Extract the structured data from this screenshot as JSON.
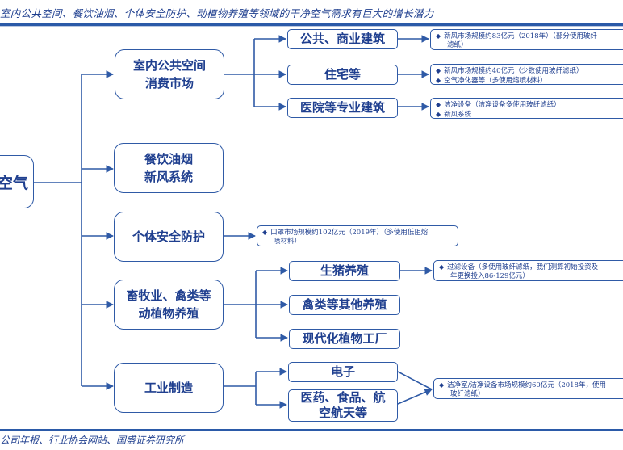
{
  "header": {
    "title": "室内公共空间、餐饮油烟、个体安全防护、动植物养殖等领域的干净空气需求有巨大的增长潜力"
  },
  "footer": {
    "source": "公司年报、行业协会网站、国盛证券研究所"
  },
  "colors": {
    "primary": "#2f5aa6",
    "text": "#1f3f8f",
    "rule": "#2b5aa8"
  },
  "diagram": {
    "root": {
      "label": "空气"
    },
    "branches": [
      {
        "lines": [
          "室内公共空间",
          "消费市场"
        ],
        "children": [
          {
            "label": "公共、商业建筑",
            "note": [
              "新风市场规模约83亿元（2018年）（部分使用玻纤",
              "滤纸）"
            ]
          },
          {
            "label": "住宅等",
            "note": [
              "新风市场规模约40亿元（少数使用玻纤滤纸）",
              "空气净化器等（多使用熔喷材料）"
            ]
          },
          {
            "label": "医院等专业建筑",
            "note": [
              "洁净设备（洁净设备多使用玻纤滤纸）",
              "新风系统"
            ]
          }
        ]
      },
      {
        "lines": [
          "餐饮油烟",
          "新风系统"
        ]
      },
      {
        "lines": [
          "个体安全防护"
        ],
        "note": [
          "口罩市场规模约102亿元（2019年）（多使用低阻熔",
          "喷材料）"
        ]
      },
      {
        "lines": [
          "畜牧业、禽类等",
          "动植物养殖"
        ],
        "children": [
          {
            "label": "生猪养殖",
            "note": [
              "过滤设备（多使用玻纤滤纸，我们测算初始投资及",
              "年更换投入86-129亿元）"
            ]
          },
          {
            "label": "禽类等其他养殖"
          },
          {
            "label": "现代化植物工厂"
          }
        ]
      },
      {
        "lines": [
          "工业制造"
        ],
        "children": [
          {
            "lines": [
              "电子"
            ]
          },
          {
            "lines": [
              "医药、食品、航",
              "空航天等"
            ]
          }
        ],
        "note": [
          "洁净室/洁净设备市场规模约60亿元（2018年，使用",
          "玻纤滤纸）"
        ]
      }
    ]
  }
}
